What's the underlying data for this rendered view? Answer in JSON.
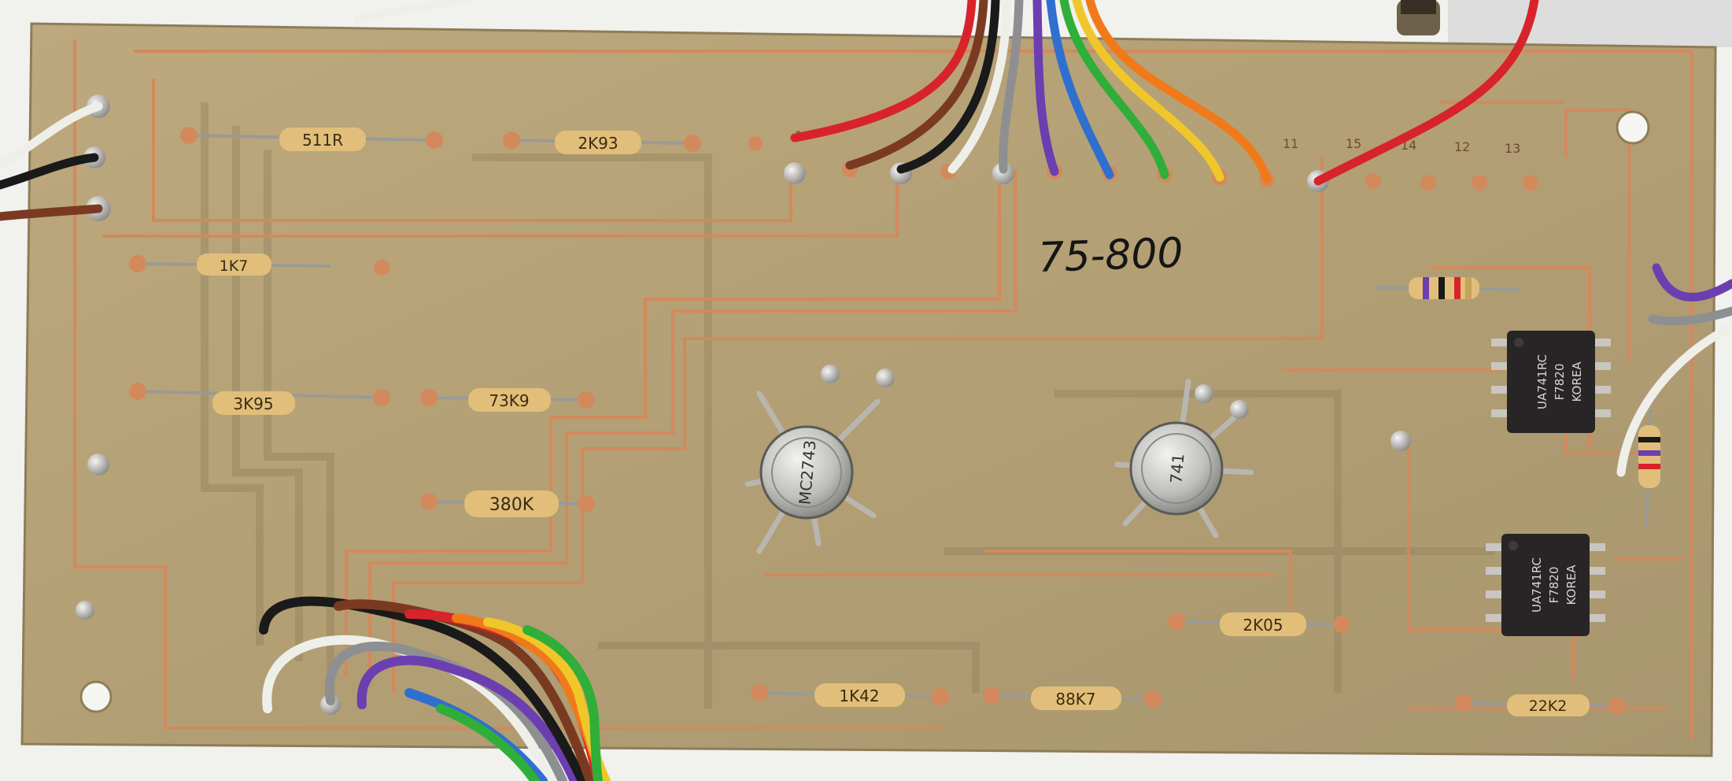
{
  "board": {
    "handwritten_label": "75-800"
  },
  "resistors": [
    {
      "id": "r1",
      "value": "511R"
    },
    {
      "id": "r2",
      "value": "2K93"
    },
    {
      "id": "r3",
      "value": "1K7"
    },
    {
      "id": "r4",
      "value": "3K95"
    },
    {
      "id": "r5",
      "value": "73K9"
    },
    {
      "id": "r6",
      "value": "380K"
    },
    {
      "id": "r7",
      "value": "2K05"
    },
    {
      "id": "r8",
      "value": "1K42"
    },
    {
      "id": "r9",
      "value": "88K7"
    },
    {
      "id": "r10",
      "value": "22K2"
    }
  ],
  "transistors": [
    {
      "id": "q1",
      "marking": "MC2743"
    },
    {
      "id": "q2",
      "marking": "741"
    }
  ],
  "ics": [
    {
      "id": "u1",
      "lines": [
        "UA741RC",
        "F7820",
        "KOREA"
      ]
    },
    {
      "id": "u2",
      "lines": [
        "UA741RC",
        "F7820",
        "KOREA"
      ]
    }
  ],
  "connector_pins": [
    "1",
    "11",
    "15",
    "14",
    "12",
    "13"
  ],
  "wire_colors": {
    "red": "#d8232a",
    "brown": "#7a3a22",
    "black": "#1a1a1a",
    "white": "#efefea",
    "gray": "#8e8f90",
    "violet": "#6b3fb0",
    "blue": "#2f6fd0",
    "green": "#2fae3a",
    "yellow": "#f0c72a",
    "orange": "#f07a1a"
  },
  "colors": {
    "substrate": "#b8a57a",
    "copper_trace": "#d3895c",
    "solder": "#c9c6c1",
    "resistor_body": "#e1bf7a",
    "ic_body": "#272525"
  }
}
